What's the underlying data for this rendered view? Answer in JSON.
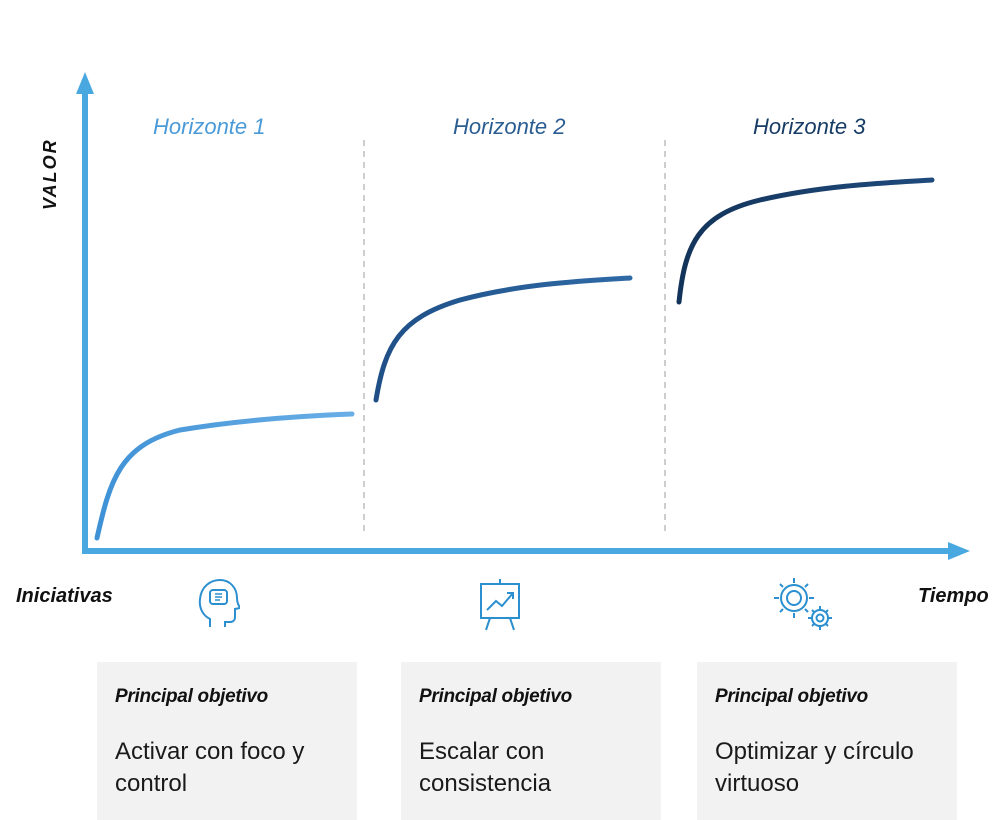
{
  "axes": {
    "y_label": "VALOR",
    "x_left_label": "Iniciativas",
    "x_right_label": "Tiempo"
  },
  "horizons": [
    {
      "title": "Horizonte 1",
      "color": "#4a9ad8",
      "icon": "brain-head-icon",
      "objective_title": "Principal objetivo",
      "objective_text": "Activar con foco y control"
    },
    {
      "title": "Horizonte 2",
      "color": "#2a5d92",
      "icon": "presentation-chart-icon",
      "objective_title": "Principal objetivo",
      "objective_text": "Escalar con consistencia"
    },
    {
      "title": "Horizonte 3",
      "color": "#173c66",
      "icon": "gears-icon",
      "objective_title": "Principal objetivo",
      "objective_text": "Optimizar y círculo virtuoso"
    }
  ],
  "colors": {
    "axis": "#4aa8e0",
    "divider": "#bdbdbd",
    "card_bg": "#f2f2f2"
  }
}
